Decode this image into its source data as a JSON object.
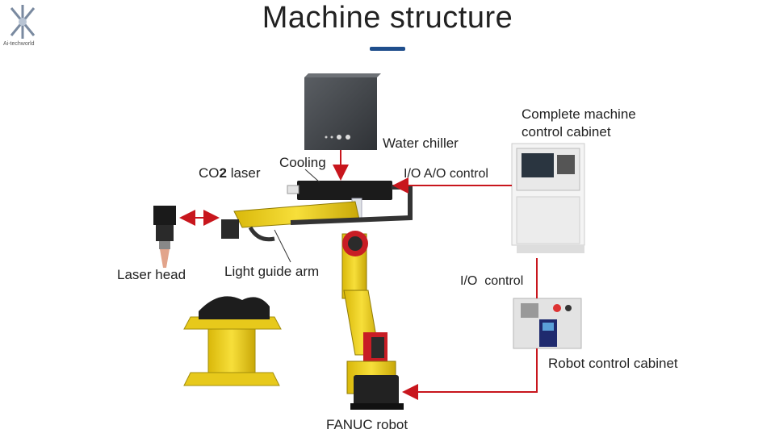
{
  "title": "Machine structure",
  "logo": {
    "text": "Ai-techworld",
    "icon": "ai-techworld-logo-icon"
  },
  "labels": {
    "water_chiller": "Water chiller",
    "cooling": "Cooling",
    "co2_laser_prefix": "CO",
    "co2_laser_digit": "2",
    "co2_laser_suffix": " laser",
    "io_ao_control": "I/O A/O control",
    "complete_cabinet_line1": "Complete machine",
    "complete_cabinet_line2": "control cabinet",
    "laser_head": "Laser head",
    "light_guide_arm": "Light guide arm",
    "io_control": "I/O  control",
    "robot_cabinet": "Robot control cabinet",
    "fanuc_robot": "FANUC robot"
  },
  "colors": {
    "arrow": "#c8161d",
    "accent": "#1f4e8c",
    "robot_yellow": "#f2d21b"
  }
}
